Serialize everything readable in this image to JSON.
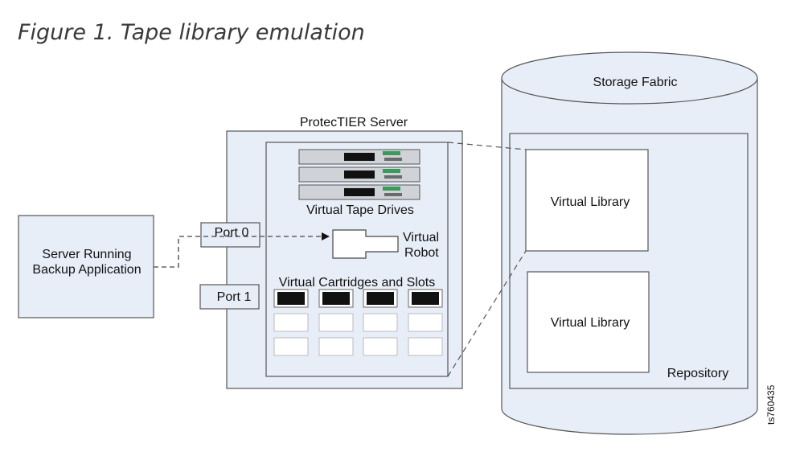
{
  "figure": {
    "title": "Figure 1. Tape library emulation"
  },
  "server_app": {
    "label_line1": "Server Running",
    "label_line2": "Backup Application"
  },
  "protectier": {
    "title": "ProtecTIER Server",
    "port0": "Port 0",
    "port1": "Port 1",
    "drives_label": "Virtual Tape Drives",
    "robot_line1": "Virtual",
    "robot_line2": "Robot",
    "cartridges_label": "Virtual Cartridges and Slots"
  },
  "storage": {
    "title": "Storage Fabric",
    "library1": "Virtual Library",
    "library2": "Virtual Library",
    "repository": "Repository"
  },
  "figure_id": "ts760435",
  "colors": {
    "fill": "#e8eef8",
    "stroke": "#555555",
    "cartridge": "#111111"
  }
}
